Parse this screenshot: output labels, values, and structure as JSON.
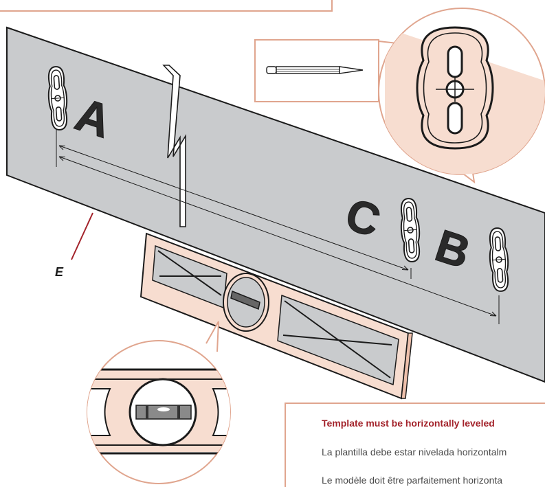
{
  "labels": {
    "hole_a": "A",
    "hole_b": "B",
    "hole_c": "C",
    "edge": "E"
  },
  "note": {
    "heading": "Template must be horizontally leveled",
    "spanish": "La plantilla debe estar nivelada horizontalm",
    "french": "Le modèle doit être parfaitement horizonta"
  },
  "colors": {
    "template_fill": "#c9cbcd",
    "outline": "#1b1b1b",
    "level_fill": "#f7ddd0",
    "callout_stroke": "#e0a58e",
    "accent_red": "#a3232b",
    "body_text": "#4a4a4a"
  },
  "icons": [
    "pencil-icon",
    "keyhole-slot-icon",
    "spirit-level-icon",
    "bubble-vial-icon"
  ]
}
